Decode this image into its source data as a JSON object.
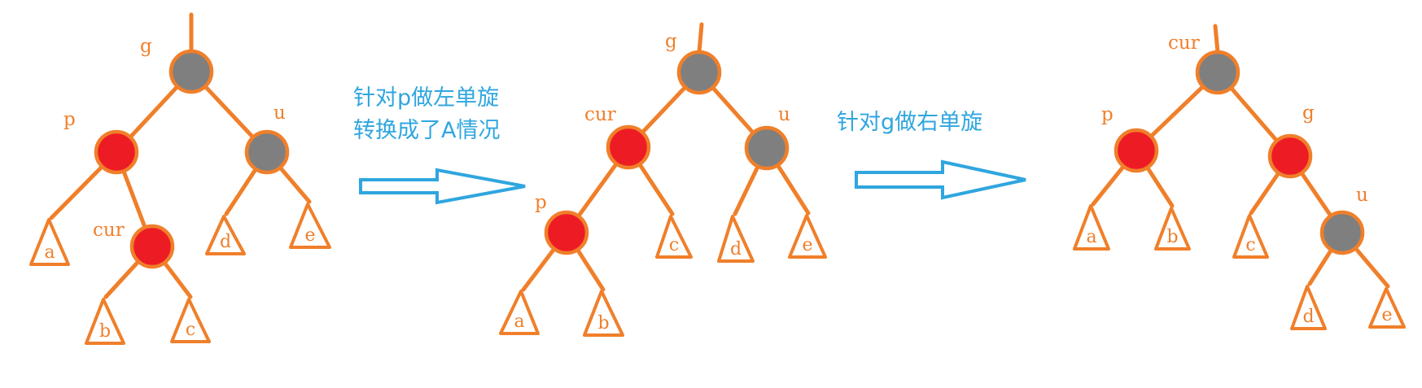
{
  "colors": {
    "red": "#ED1C24",
    "black": "#7F7F7F",
    "stroke": "#F07F2A",
    "caption": "#2FA6DF"
  },
  "steps": [
    {
      "nodes": [
        {
          "id": "g",
          "label": "g",
          "color": "black"
        },
        {
          "id": "p",
          "label": "p",
          "color": "red"
        },
        {
          "id": "u",
          "label": "u",
          "color": "black"
        },
        {
          "id": "cur",
          "label": "cur",
          "color": "red"
        }
      ],
      "subtrees": [
        "a",
        "b",
        "c",
        "d",
        "e"
      ]
    },
    {
      "nodes": [
        {
          "id": "g",
          "label": "g",
          "color": "black"
        },
        {
          "id": "cur",
          "label": "cur",
          "color": "red"
        },
        {
          "id": "u",
          "label": "u",
          "color": "black"
        },
        {
          "id": "p",
          "label": "p",
          "color": "red"
        }
      ],
      "subtrees": [
        "a",
        "b",
        "c",
        "d",
        "e"
      ]
    },
    {
      "nodes": [
        {
          "id": "cur",
          "label": "cur",
          "color": "black"
        },
        {
          "id": "p",
          "label": "p",
          "color": "red"
        },
        {
          "id": "g",
          "label": "g",
          "color": "red"
        },
        {
          "id": "u",
          "label": "u",
          "color": "black"
        }
      ],
      "subtrees": [
        "a",
        "b",
        "c",
        "d",
        "e"
      ]
    }
  ],
  "captions": [
    {
      "lines": [
        "针对p做左单旋",
        "转换成了A情况"
      ]
    },
    {
      "lines": [
        "针对g做右单旋"
      ]
    }
  ]
}
